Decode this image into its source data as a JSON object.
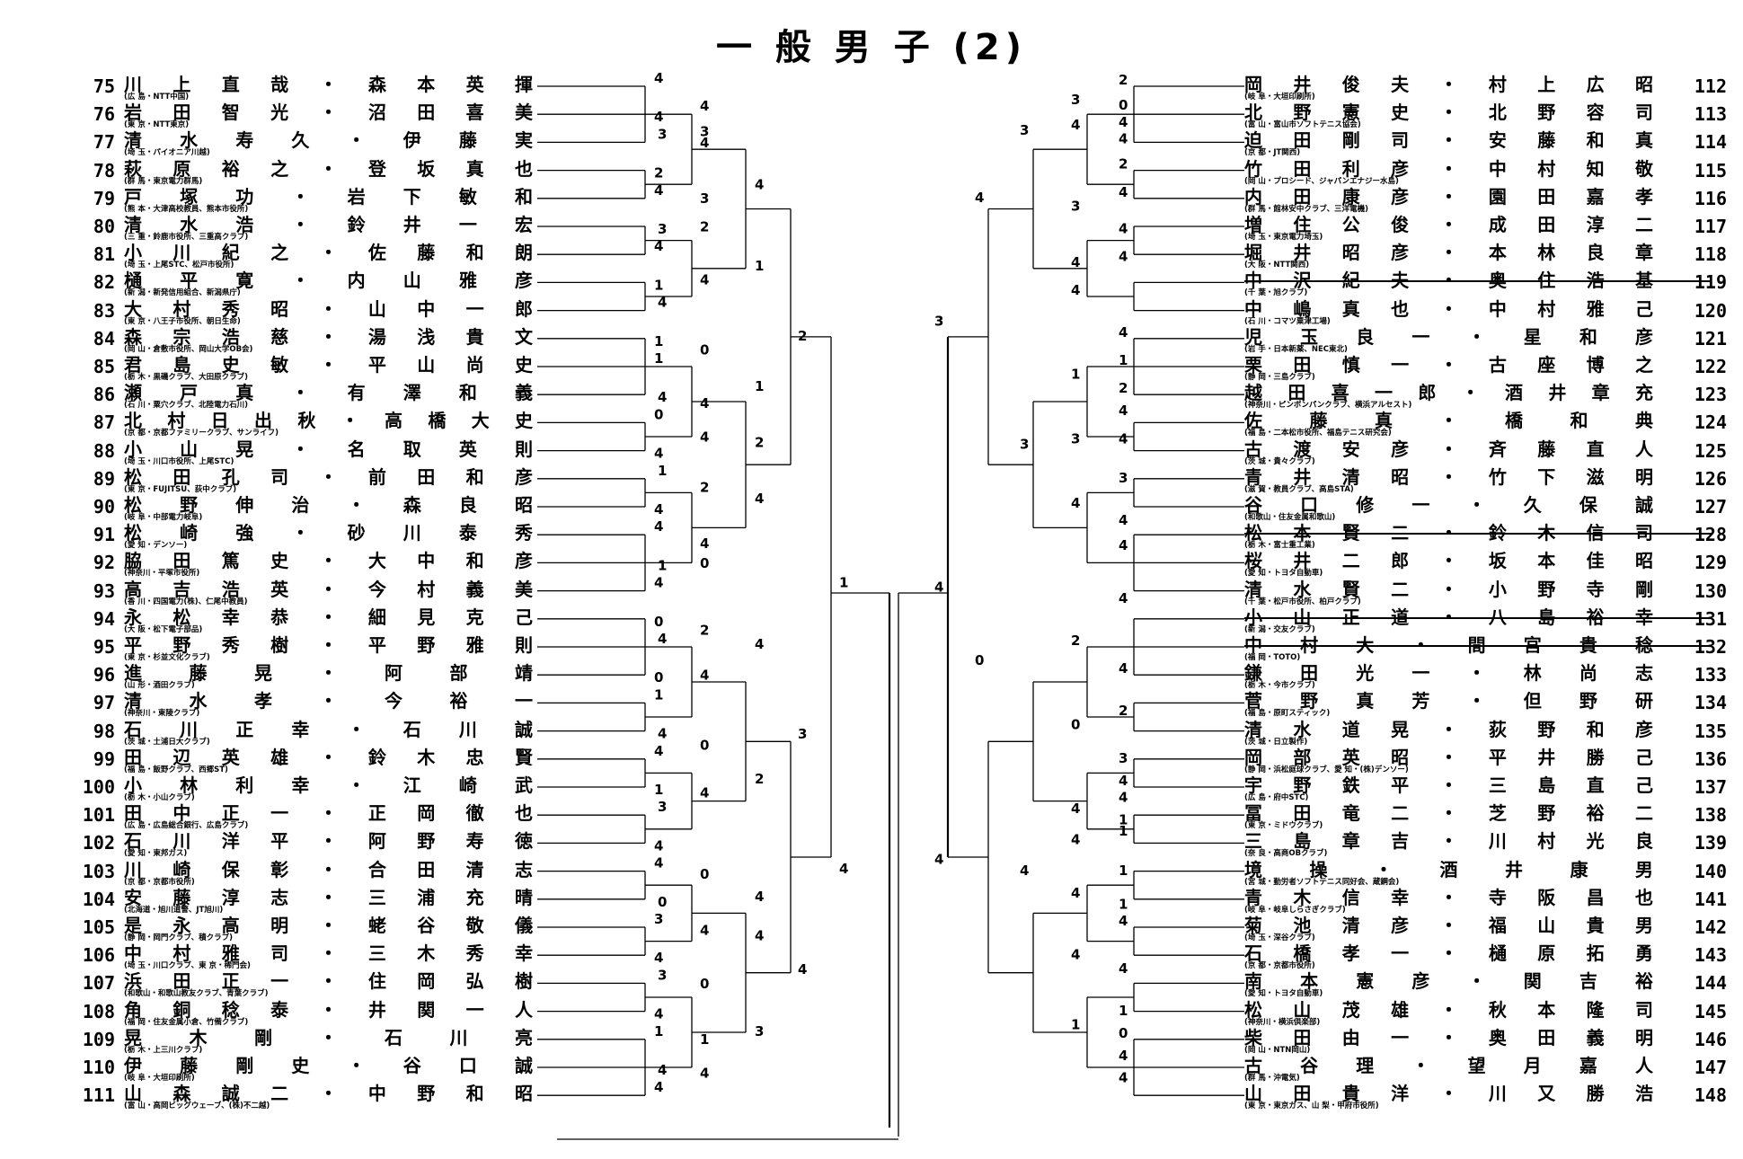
{
  "title": "一 般 男 子 (2)",
  "left_entries": [
    {
      "num": "75",
      "names": "川上直哉・森本英揮",
      "aff": "(広 島・NTT中国)"
    },
    {
      "num": "76",
      "names": "岩田智光・沼田喜美",
      "aff": "(東 京・NTT東京)"
    },
    {
      "num": "77",
      "names": "清水寿久・伊藤実",
      "aff": "(埼 玉・パイオニア川越)"
    },
    {
      "num": "78",
      "names": "萩原裕之・登坂真也",
      "aff": "(群 馬・東京電力群馬)"
    },
    {
      "num": "79",
      "names": "戸塚功・岩下敏和",
      "aff": "(熊 本・大津高校教員、熊本市役所)"
    },
    {
      "num": "80",
      "names": "清水浩・鈴井一宏",
      "aff": "(三 重・鈴鹿市役所、三重高クラブ)"
    },
    {
      "num": "81",
      "names": "小川紀之・佐藤和朗",
      "aff": "(埼 玉・上尾STC、松戸市役所)"
    },
    {
      "num": "82",
      "names": "樋平寛・内山雅彦",
      "aff": "(新 潟・新発信用組合、新潟県庁)"
    },
    {
      "num": "83",
      "names": "大村秀昭・山中一郎",
      "aff": "(東 京・八王子市役所、朝日生命)"
    },
    {
      "num": "84",
      "names": "森宗浩慈・湯浅貴文",
      "aff": "(岡 山・倉敷市役所、岡山大学OB会)"
    },
    {
      "num": "85",
      "names": "君島史敏・平山尚史",
      "aff": "(栃 木・黒磯クラブ、大田原クラブ)"
    },
    {
      "num": "86",
      "names": "瀬戸真・有澤和義",
      "aff": "(石 川・粟穴クラブ、北陸電力石川)"
    },
    {
      "num": "87",
      "names": "北村日出秋・高橋大史",
      "aff": "(京 都・京都ファミリークラブ、サンライフ)"
    },
    {
      "num": "88",
      "names": "小山晃・名取英則",
      "aff": "(埼 玉・川口市役所、上尾STC)"
    },
    {
      "num": "89",
      "names": "松田孔司・前田和彦",
      "aff": "(東 京・FUJITSU、荻中クラブ)"
    },
    {
      "num": "90",
      "names": "松野伸治・森良昭",
      "aff": "(岐 阜・中部電力岐阜)"
    },
    {
      "num": "91",
      "names": "松崎強・砂川泰秀",
      "aff": "(愛 知・デンソー)"
    },
    {
      "num": "92",
      "names": "脇田篤史・大中和彦",
      "aff": "(神奈川・平塚市役所)"
    },
    {
      "num": "93",
      "names": "高吉浩英・今村義美",
      "aff": "(香 川・四国電力(株)、仁尾中教員)"
    },
    {
      "num": "94",
      "names": "永松幸恭・細見克己",
      "aff": "(大 阪・松下電子部品)"
    },
    {
      "num": "95",
      "names": "平野秀樹・平野雅則",
      "aff": "(東 京・杉並文化クラブ)"
    },
    {
      "num": "96",
      "names": "進藤晃・阿部靖",
      "aff": "(山 形・酒田クラブ)"
    },
    {
      "num": "97",
      "names": "清水孝・今裕一",
      "aff": "(神奈川・東陵クラブ)"
    },
    {
      "num": "98",
      "names": "石川正幸・石川誠",
      "aff": "(茨 城・土浦日大クラブ)"
    },
    {
      "num": "99",
      "names": "田辺英雄・鈴木忠賢",
      "aff": "(福 島・飯野クラブ、西郷ST)"
    },
    {
      "num": "100",
      "names": "小林利幸・江崎武",
      "aff": "(栃 木・小山クラブ)"
    },
    {
      "num": "101",
      "names": "田中正一・正岡徹也",
      "aff": "(広 島・広島総合銀行、広島クラブ)"
    },
    {
      "num": "102",
      "names": "石川洋平・阿野寿徳",
      "aff": "(愛 知・東邦ガス)"
    },
    {
      "num": "103",
      "names": "川崎保彰・合田清志",
      "aff": "(京 都・京都市役所)"
    },
    {
      "num": "104",
      "names": "安藤淳志・三浦充晴",
      "aff": "(北海道・旭川道警、JT旭川)"
    },
    {
      "num": "105",
      "names": "是永高明・蛯谷敬儀",
      "aff": "(静 岡・岡門クラブ、積クラブ)"
    },
    {
      "num": "106",
      "names": "中村雅司・三木秀幸",
      "aff": "(埼 玉・川口クラブ、東 京・稀門会)"
    },
    {
      "num": "107",
      "names": "浜田正一・住岡弘樹",
      "aff": "(和歌山・和歌山教友クラブ、青葉クラブ)"
    },
    {
      "num": "108",
      "names": "角銅稔泰・井関一人",
      "aff": "(福 岡・住友金属小倉、竹備クラブ)"
    },
    {
      "num": "109",
      "names": "晃木剛・石川亮",
      "aff": "(栃 木・上三川クラブ)"
    },
    {
      "num": "110",
      "names": "伊藤剛史・谷口誠",
      "aff": "(岐 阜・大垣印刷所)"
    },
    {
      "num": "111",
      "names": "山森誠二・中野和昭",
      "aff": "(富 山・高岡ビッグウェーブ、(株)不二越)"
    }
  ],
  "right_entries": [
    {
      "num": "112",
      "names": "岡井俊夫・村上広昭",
      "aff": "(岐 阜・大垣印刷所)",
      "withdrawn": false
    },
    {
      "num": "113",
      "names": "北野憲史・北野容司",
      "aff": "(富 山・富山市ソフトテニス協会)",
      "withdrawn": false
    },
    {
      "num": "114",
      "names": "迫田剛司・安藤和真",
      "aff": "(京 都・JT関西)",
      "withdrawn": false
    },
    {
      "num": "115",
      "names": "竹田利彦・中村知敬",
      "aff": "(岡 山・プロシード、ジャパンエナジー水島)",
      "withdrawn": false
    },
    {
      "num": "116",
      "names": "内田康彦・園田嘉孝",
      "aff": "(群 馬・館林安中クラブ、三洋電機)",
      "withdrawn": false
    },
    {
      "num": "117",
      "names": "増住公俊・成田淳二",
      "aff": "(埼 玉・東京電力埼玉)",
      "withdrawn": false
    },
    {
      "num": "118",
      "names": "堀井昭彦・本林良章",
      "aff": "(大 阪・NTT関西)",
      "withdrawn": false
    },
    {
      "num": "119",
      "names": "中沢紀夫・奥住浩基",
      "aff": "(千 葉・旭クラブ)",
      "withdrawn": true
    },
    {
      "num": "120",
      "names": "中嶋真也・中村雅己",
      "aff": "(石 川・コマツ粟津工場)",
      "withdrawn": false
    },
    {
      "num": "121",
      "names": "児玉良一・星和彦",
      "aff": "(岩 手・日本新薬、NEC東北)",
      "withdrawn": false
    },
    {
      "num": "122",
      "names": "栗田慎一・古座博之",
      "aff": "(静 岡・三島クラブ)",
      "withdrawn": false
    },
    {
      "num": "123",
      "names": "越田喜一郎・酒井章充",
      "aff": "(神奈川・ピンポンパンクラブ、横浜アルセスト)",
      "withdrawn": false
    },
    {
      "num": "124",
      "names": "佐藤真・橋和典",
      "aff": "(福 島・二本松市役所、福島テニス研究会)",
      "withdrawn": false
    },
    {
      "num": "125",
      "names": "古渡安彦・斉藤直人",
      "aff": "(茨 城・貴々クラブ)",
      "withdrawn": false
    },
    {
      "num": "126",
      "names": "青井清昭・竹下滋明",
      "aff": "(滋 賀・教員クラブ、高島STA)",
      "withdrawn": false
    },
    {
      "num": "127",
      "names": "谷口修一・久保誠",
      "aff": "(和歌山・住友金属和歌山)",
      "withdrawn": false
    },
    {
      "num": "128",
      "names": "松本賢二・鈴木信司",
      "aff": "(栃 木・富士重工業)",
      "withdrawn": true
    },
    {
      "num": "129",
      "names": "桜井二郎・坂本佳昭",
      "aff": "(愛 知・トヨタ自動車)",
      "withdrawn": false
    },
    {
      "num": "130",
      "names": "清水賢二・小野寺剛",
      "aff": "(千 葉・松戸市役所、柏戸クラブ)",
      "withdrawn": false
    },
    {
      "num": "131",
      "names": "小山正道・八島裕幸",
      "aff": "(新 潟・交友クラブ)",
      "withdrawn": true
    },
    {
      "num": "132",
      "names": "中村大・間宮貴稔",
      "aff": "(福 岡・TOTO)",
      "withdrawn": true
    },
    {
      "num": "133",
      "names": "鎌田光一・林尚志",
      "aff": "(栃 木・今市クラブ)",
      "withdrawn": false
    },
    {
      "num": "134",
      "names": "菅野真芳・但野研",
      "aff": "(福 島・原町スティック)",
      "withdrawn": false
    },
    {
      "num": "135",
      "names": "清水道晃・荻野和彦",
      "aff": "(茨 城・日立製作)",
      "withdrawn": false
    },
    {
      "num": "136",
      "names": "岡部英昭・平井勝己",
      "aff": "(静 岡・浜松庭球クラブ、愛 知・(株)デンソー)",
      "withdrawn": false
    },
    {
      "num": "137",
      "names": "宇野鉄平・三島直己",
      "aff": "(広 島・府中STC)",
      "withdrawn": false
    },
    {
      "num": "138",
      "names": "冨田竜二・芝野裕二",
      "aff": "(東 京・ミドウクラブ)",
      "withdrawn": false
    },
    {
      "num": "139",
      "names": "三島章吉・川村光良",
      "aff": "(奈 良・高商OBクラブ)",
      "withdrawn": false
    },
    {
      "num": "140",
      "names": "境操・酒井康男",
      "aff": "(宮 城・勤労者ソフトテニス同好会、蔵鋼会)",
      "withdrawn": false
    },
    {
      "num": "141",
      "names": "青木信幸・寺阪昌也",
      "aff": "(岐 阜・岐阜しらさぎクラブ)",
      "withdrawn": false
    },
    {
      "num": "142",
      "names": "菊池清彦・福山貴男",
      "aff": "(埼 玉・深谷クラブ)",
      "withdrawn": false
    },
    {
      "num": "143",
      "names": "石橋孝一・樋原拓勇",
      "aff": "(京 都・京都市役所)",
      "withdrawn": false
    },
    {
      "num": "144",
      "names": "南本憲彦・関吉裕",
      "aff": "(愛 知・トヨタ自動車)",
      "withdrawn": false
    },
    {
      "num": "145",
      "names": "松山茂雄・秋本隆司",
      "aff": "(神奈川・横浜倶楽部)",
      "withdrawn": false
    },
    {
      "num": "146",
      "names": "柴田由一・奥田義明",
      "aff": "(岡 山・NTN岡山)",
      "withdrawn": false
    },
    {
      "num": "147",
      "names": "古谷理・望月嘉人",
      "aff": "(群 馬・沖電気)",
      "withdrawn": false
    },
    {
      "num": "148",
      "names": "山田貴洋・川又勝浩",
      "aff": "(東 京・東京ガス、山 梨・甲府市役所)",
      "withdrawn": false
    }
  ],
  "bracket": {
    "left_scores": [
      {
        "r": 1,
        "slot": 0,
        "score": "4"
      },
      {
        "r": 1,
        "slot": 1,
        "score": "4"
      },
      {
        "r": 1,
        "slot": 2,
        "score": "3"
      },
      {
        "r": 1,
        "slot": 3,
        "score": "2"
      },
      {
        "r": 1,
        "slot": 4,
        "score": "4"
      },
      {
        "r": 1,
        "slot": 5,
        "score": "3"
      },
      {
        "r": 1,
        "slot": 6,
        "score": "4"
      },
      {
        "r": 1,
        "slot": 7,
        "score": "1"
      },
      {
        "r": 1,
        "slot": 8,
        "score": "4"
      },
      {
        "r": 1,
        "slot": 9,
        "score": "1"
      },
      {
        "r": 1,
        "slot": 10,
        "score": "1"
      },
      {
        "r": 1,
        "slot": 11,
        "score": "4"
      },
      {
        "r": 1,
        "slot": 12,
        "score": "0"
      },
      {
        "r": 1,
        "slot": 13,
        "score": "4"
      },
      {
        "r": 1,
        "slot": 14,
        "score": "1"
      },
      {
        "r": 1,
        "slot": 15,
        "score": "4"
      },
      {
        "r": 1,
        "slot": 16,
        "score": "4"
      },
      {
        "r": 1,
        "slot": 17,
        "score": "1"
      },
      {
        "r": 1,
        "slot": 18,
        "score": "4"
      },
      {
        "r": 1,
        "slot": 19,
        "score": "0"
      },
      {
        "r": 1,
        "slot": 20,
        "score": "4"
      },
      {
        "r": 1,
        "slot": 21,
        "score": "0"
      },
      {
        "r": 1,
        "slot": 22,
        "score": "1"
      },
      {
        "r": 1,
        "slot": 23,
        "score": "4"
      },
      {
        "r": 1,
        "slot": 24,
        "score": "4"
      },
      {
        "r": 1,
        "slot": 25,
        "score": "1"
      },
      {
        "r": 1,
        "slot": 26,
        "score": "3"
      },
      {
        "r": 1,
        "slot": 27,
        "score": "4"
      },
      {
        "r": 1,
        "slot": 28,
        "score": "4"
      },
      {
        "r": 1,
        "slot": 29,
        "score": "0"
      },
      {
        "r": 1,
        "slot": 30,
        "score": "3"
      },
      {
        "r": 1,
        "slot": 31,
        "score": "4"
      },
      {
        "r": 1,
        "slot": 32,
        "score": "3"
      },
      {
        "r": 1,
        "slot": 33,
        "score": "4"
      },
      {
        "r": 1,
        "slot": 34,
        "score": "1"
      },
      {
        "r": 1,
        "slot": 35,
        "score": "4"
      },
      {
        "r": 1,
        "slot": 36,
        "score": "4"
      }
    ],
    "left_round_scores": [
      {
        "x": 0,
        "slot": 1.0,
        "score": "4"
      },
      {
        "x": 0,
        "slot": 1.9,
        "score": "3"
      },
      {
        "x": 0,
        "slot": 2.3,
        "score": "4"
      },
      {
        "x": 0,
        "slot": 4.3,
        "score": "3"
      },
      {
        "x": 1,
        "slot": 3.8,
        "score": "4"
      },
      {
        "x": 0,
        "slot": 5.3,
        "score": "2"
      },
      {
        "x": 0,
        "slot": 7.2,
        "score": "4"
      },
      {
        "x": 1,
        "slot": 6.7,
        "score": "1"
      },
      {
        "x": 0,
        "slot": 9.7,
        "score": "0"
      },
      {
        "x": 0,
        "slot": 11.6,
        "score": "4"
      },
      {
        "x": 1,
        "slot": 11.0,
        "score": "1"
      },
      {
        "x": 0,
        "slot": 12.8,
        "score": "4"
      },
      {
        "x": 2,
        "slot": 9.2,
        "score": "2"
      },
      {
        "x": 0,
        "slot": 14.6,
        "score": "2"
      },
      {
        "x": 0,
        "slot": 16.6,
        "score": "4"
      },
      {
        "x": 1,
        "slot": 15.0,
        "score": "4"
      },
      {
        "x": 0,
        "slot": 17.3,
        "score": "0"
      },
      {
        "x": 1,
        "slot": 13.0,
        "score": "2"
      },
      {
        "x": 0,
        "slot": 19.7,
        "score": "2"
      },
      {
        "x": 0,
        "slot": 21.3,
        "score": "4"
      },
      {
        "x": 1,
        "slot": 20.2,
        "score": "4"
      },
      {
        "x": 0,
        "slot": 23.8,
        "score": "0"
      },
      {
        "x": 0,
        "slot": 25.5,
        "score": "4"
      },
      {
        "x": 1,
        "slot": 25.0,
        "score": "2"
      },
      {
        "x": 2,
        "slot": 23.4,
        "score": "3"
      },
      {
        "x": 0,
        "slot": 28.4,
        "score": "0"
      },
      {
        "x": 0,
        "slot": 30.4,
        "score": "4"
      },
      {
        "x": 1,
        "slot": 29.2,
        "score": "4"
      },
      {
        "x": 0,
        "slot": 32.3,
        "score": "0"
      },
      {
        "x": 1,
        "slot": 30.6,
        "score": "4"
      },
      {
        "x": 0,
        "slot": 34.3,
        "score": "1"
      },
      {
        "x": 0,
        "slot": 35.5,
        "score": "4"
      },
      {
        "x": 1,
        "slot": 34.0,
        "score": "3"
      },
      {
        "x": 2,
        "slot": 31.8,
        "score": "4"
      },
      {
        "x": 3,
        "slot": 18.0,
        "score": "1"
      },
      {
        "x": 3,
        "slot": 28.2,
        "score": "4"
      }
    ],
    "right_round_scores": [
      {
        "x": 0,
        "slot": 0.0,
        "score": "2"
      },
      {
        "x": 0,
        "slot": 0.9,
        "score": "0"
      },
      {
        "x": 0,
        "slot": 1.5,
        "score": "4"
      },
      {
        "x": 0,
        "slot": 2.1,
        "score": "4"
      },
      {
        "x": 1,
        "slot": 0.7,
        "score": "3"
      },
      {
        "x": 1,
        "slot": 1.6,
        "score": "4"
      },
      {
        "x": 2,
        "slot": 1.8,
        "score": "3"
      },
      {
        "x": 0,
        "slot": 3.0,
        "score": "2"
      },
      {
        "x": 0,
        "slot": 4.0,
        "score": "4"
      },
      {
        "x": 1,
        "slot": 4.5,
        "score": "3"
      },
      {
        "x": 0,
        "slot": 5.3,
        "score": "4"
      },
      {
        "x": 0,
        "slot": 6.3,
        "score": "4"
      },
      {
        "x": 1,
        "slot": 6.5,
        "score": "4"
      },
      {
        "x": 1,
        "slot": 7.5,
        "score": "4"
      },
      {
        "x": 3,
        "slot": 4.2,
        "score": "4"
      },
      {
        "x": 0,
        "slot": 9.0,
        "score": "4"
      },
      {
        "x": 0,
        "slot": 10.0,
        "score": "1"
      },
      {
        "x": 0,
        "slot": 11.0,
        "score": "2"
      },
      {
        "x": 0,
        "slot": 11.8,
        "score": "4"
      },
      {
        "x": 1,
        "slot": 10.5,
        "score": "1"
      },
      {
        "x": 1,
        "slot": 12.8,
        "score": "3"
      },
      {
        "x": 0,
        "slot": 12.8,
        "score": "4"
      },
      {
        "x": 0,
        "slot": 14.2,
        "score": "3"
      },
      {
        "x": 0,
        "slot": 15.7,
        "score": "4"
      },
      {
        "x": 1,
        "slot": 15.1,
        "score": "4"
      },
      {
        "x": 0,
        "slot": 16.6,
        "score": "4"
      },
      {
        "x": 2,
        "slot": 13.0,
        "score": "3"
      },
      {
        "x": 4,
        "slot": 8.6,
        "score": "3"
      },
      {
        "x": 0,
        "slot": 18.5,
        "score": "4"
      },
      {
        "x": 1,
        "slot": 20.0,
        "score": "2"
      },
      {
        "x": 0,
        "slot": 21.0,
        "score": "4"
      },
      {
        "x": 0,
        "slot": 22.5,
        "score": "2"
      },
      {
        "x": 0,
        "slot": 24.2,
        "score": "3"
      },
      {
        "x": 1,
        "slot": 23.0,
        "score": "0"
      },
      {
        "x": 0,
        "slot": 25.0,
        "score": "4"
      },
      {
        "x": 0,
        "slot": 25.6,
        "score": "4"
      },
      {
        "x": 0,
        "slot": 26.4,
        "score": "1"
      },
      {
        "x": 0,
        "slot": 26.8,
        "score": "1"
      },
      {
        "x": 1,
        "slot": 26.0,
        "score": "4"
      },
      {
        "x": 1,
        "slot": 27.1,
        "score": "4"
      },
      {
        "x": 0,
        "slot": 28.2,
        "score": "1"
      },
      {
        "x": 0,
        "slot": 30.0,
        "score": "4"
      },
      {
        "x": 0,
        "slot": 29.4,
        "score": "1"
      },
      {
        "x": 1,
        "slot": 29.0,
        "score": "4"
      },
      {
        "x": 0,
        "slot": 31.7,
        "score": "4"
      },
      {
        "x": 0,
        "slot": 33.2,
        "score": "1"
      },
      {
        "x": 0,
        "slot": 34.0,
        "score": "0"
      },
      {
        "x": 0,
        "slot": 34.8,
        "score": "4"
      },
      {
        "x": 1,
        "slot": 33.7,
        "score": "1"
      },
      {
        "x": 1,
        "slot": 31.2,
        "score": "4"
      },
      {
        "x": 0,
        "slot": 35.6,
        "score": "4"
      },
      {
        "x": 2,
        "slot": 28.2,
        "score": "4"
      },
      {
        "x": 3,
        "slot": 20.7,
        "score": "0"
      },
      {
        "x": 4,
        "slot": 18.1,
        "score": "4"
      },
      {
        "x": 4,
        "slot": 27.8,
        "score": "4"
      }
    ]
  }
}
